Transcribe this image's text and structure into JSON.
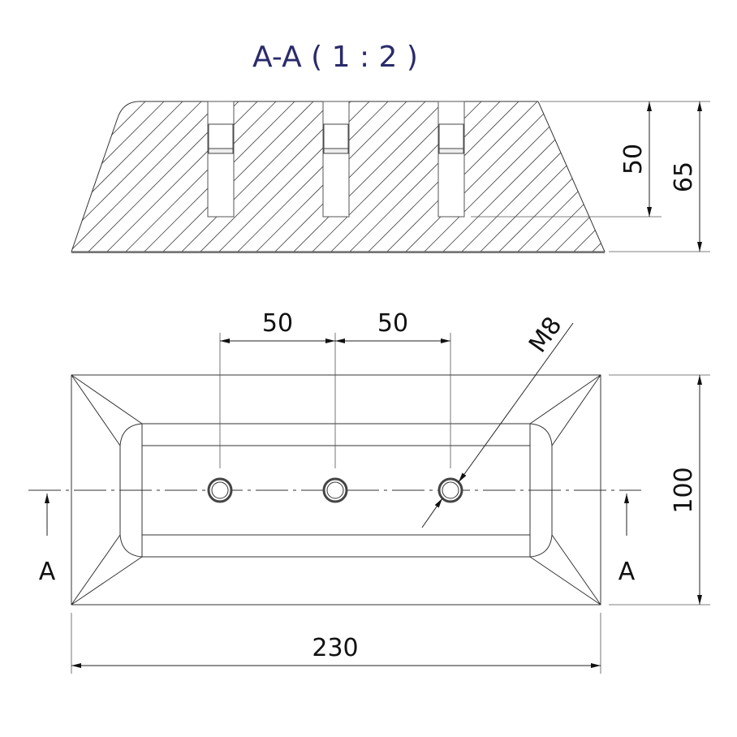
{
  "title": "A-A ( 1 : 2 )",
  "section_view": {
    "dim_inner_height": "50",
    "dim_total_height": "65"
  },
  "top_view": {
    "dim_hole_spacing_1": "50",
    "dim_hole_spacing_2": "50",
    "thread_label": "M8",
    "dim_width": "230",
    "dim_depth": "100",
    "section_marker_left": "A",
    "section_marker_right": "A"
  },
  "colors": {
    "title": "#2b2b6b",
    "lines": "#333333"
  }
}
